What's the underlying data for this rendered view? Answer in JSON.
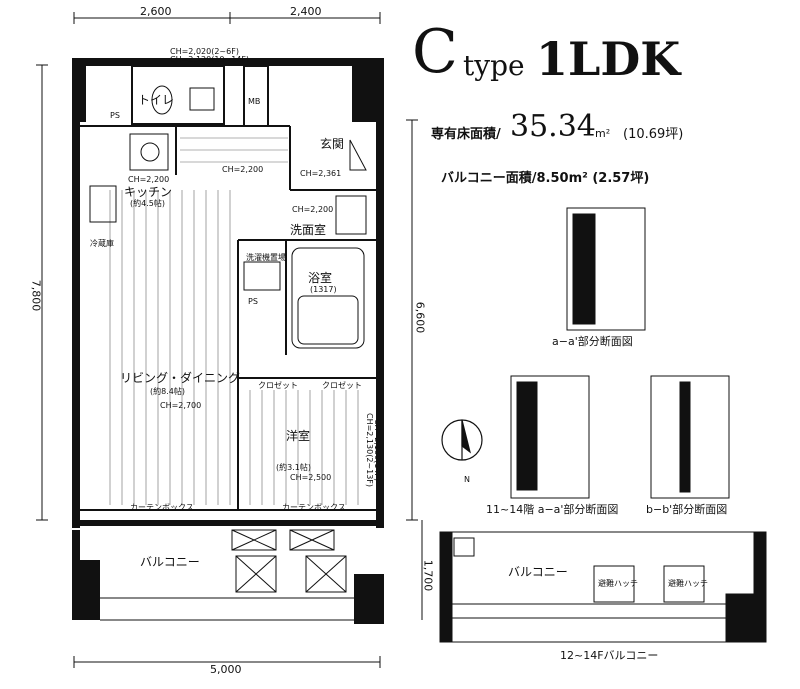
{
  "title": {
    "letter": "C",
    "type_word": "type",
    "layout": "1LDK"
  },
  "area": {
    "label": "専有床面積/",
    "value": "35.34",
    "unit": "m²",
    "tsubo": "(10.69坪)",
    "balcony": "バルコニー面積/8.50m² (2.57坪)"
  },
  "dimensions": {
    "top_left": "2,600",
    "top_right": "2,400",
    "left": "7,800",
    "right": "6,600",
    "right_balcony": "1,700",
    "bottom": "5,000"
  },
  "rooms": {
    "toilet": "トイレ",
    "ps": "PS",
    "mb": "MB",
    "genkan": "玄関",
    "kitchen": "キッチン",
    "kitchen_size": "(約4.5帖)",
    "senmenjo": "洗面室",
    "yokushitsu": "浴室",
    "bath_size": "(1317)",
    "living": "リビング・ダイニング",
    "living_size": "(約8.4帖)",
    "youshitsu": "洋室",
    "youshitsu_size": "(約3.1帖)",
    "balcony": "バルコニー",
    "kuro": "クロゼット",
    "kuro2": "クロゼット"
  },
  "notes": {
    "ch_top_a": "CH=2,020(2~6F)",
    "ch_top_b": "CH=2,120(10~14F)",
    "ch_hall": "CH=2,200",
    "ch_wash": "CH=2,200",
    "ch_genkan": "CH=2,361",
    "ch_kitchen": "CH=2,200",
    "ch_living": "CH=2,700",
    "ch_youshitsu": "CH=2,500",
    "ch_side_a": "CH=2,130(2~13F)",
    "ch_side_b": "CH=2,180(14F)",
    "curtain1": "カーテンボックス",
    "curtain2": "カーテンボックス",
    "fridge": "冷蔵庫",
    "washer": "洗濯機置場"
  },
  "sections": {
    "aa": "a−a'部分断面図",
    "aa_1114": "11~14階 a−a'部分断面図",
    "bb": "b−b'部分断面図",
    "balcony_1214": "12~14Fバルコニー",
    "hatch1": "避難ハッチ",
    "hatch2": "避難ハッチ"
  },
  "compass": {
    "north": "N"
  }
}
